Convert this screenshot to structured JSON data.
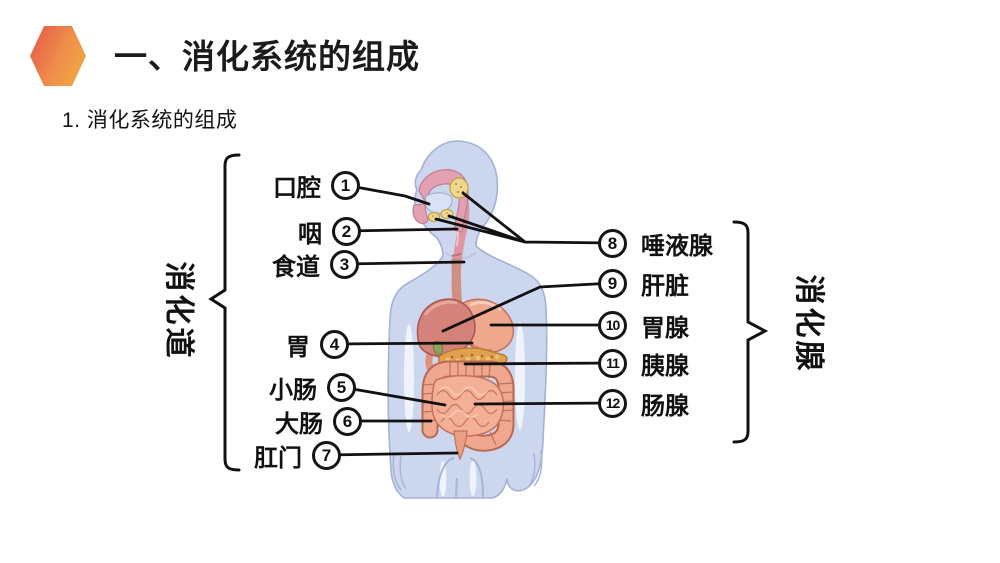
{
  "slide": {
    "title": "一、消化系统的组成",
    "subtitle": "1. 消化系统的组成",
    "accent": {
      "gradient_start": "#e55b49",
      "gradient_end": "#f3a943"
    }
  },
  "diagram": {
    "left_group": {
      "name": "消化道",
      "items": [
        {
          "num": "1",
          "label": "口腔"
        },
        {
          "num": "2",
          "label": "咽"
        },
        {
          "num": "3",
          "label": "食道"
        },
        {
          "num": "4",
          "label": "胃"
        },
        {
          "num": "5",
          "label": "小肠"
        },
        {
          "num": "6",
          "label": "大肠"
        },
        {
          "num": "7",
          "label": "肛门"
        }
      ]
    },
    "right_group": {
      "name": "消化腺",
      "items": [
        {
          "num": "8",
          "label": "唾液腺"
        },
        {
          "num": "9",
          "label": "肝脏"
        },
        {
          "num": "10",
          "label": "胃腺"
        },
        {
          "num": "11",
          "label": "胰腺"
        },
        {
          "num": "12",
          "label": "肠腺"
        }
      ]
    },
    "illustration": {
      "description": "human upper-body silhouette with digestive organs",
      "body_color": "#ccd6ee",
      "organ_color": "#efa88d",
      "gland_color": "#ecd98f",
      "line_color": "#111111"
    }
  }
}
